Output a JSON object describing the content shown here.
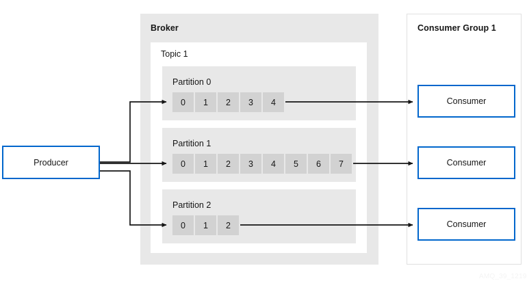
{
  "diagram": {
    "watermark": "AMQ_39_1219",
    "colors": {
      "accent_blue": "#0066CC",
      "panel_gray": "#E8E8E8",
      "cell_gray": "#D2D2D2",
      "text": "#151515",
      "line": "#151515"
    }
  },
  "producer": {
    "label": "Producer"
  },
  "broker": {
    "title": "Broker",
    "topic": {
      "title": "Topic 1",
      "partitions": [
        {
          "title": "Partition 0",
          "offsets": [
            "0",
            "1",
            "2",
            "3",
            "4"
          ]
        },
        {
          "title": "Partition 1",
          "offsets": [
            "0",
            "1",
            "2",
            "3",
            "4",
            "5",
            "6",
            "7"
          ]
        },
        {
          "title": "Partition 2",
          "offsets": [
            "0",
            "1",
            "2"
          ]
        }
      ]
    }
  },
  "consumer_group": {
    "title": "Consumer Group 1",
    "consumers": [
      {
        "label": "Consumer"
      },
      {
        "label": "Consumer"
      },
      {
        "label": "Consumer"
      }
    ]
  }
}
